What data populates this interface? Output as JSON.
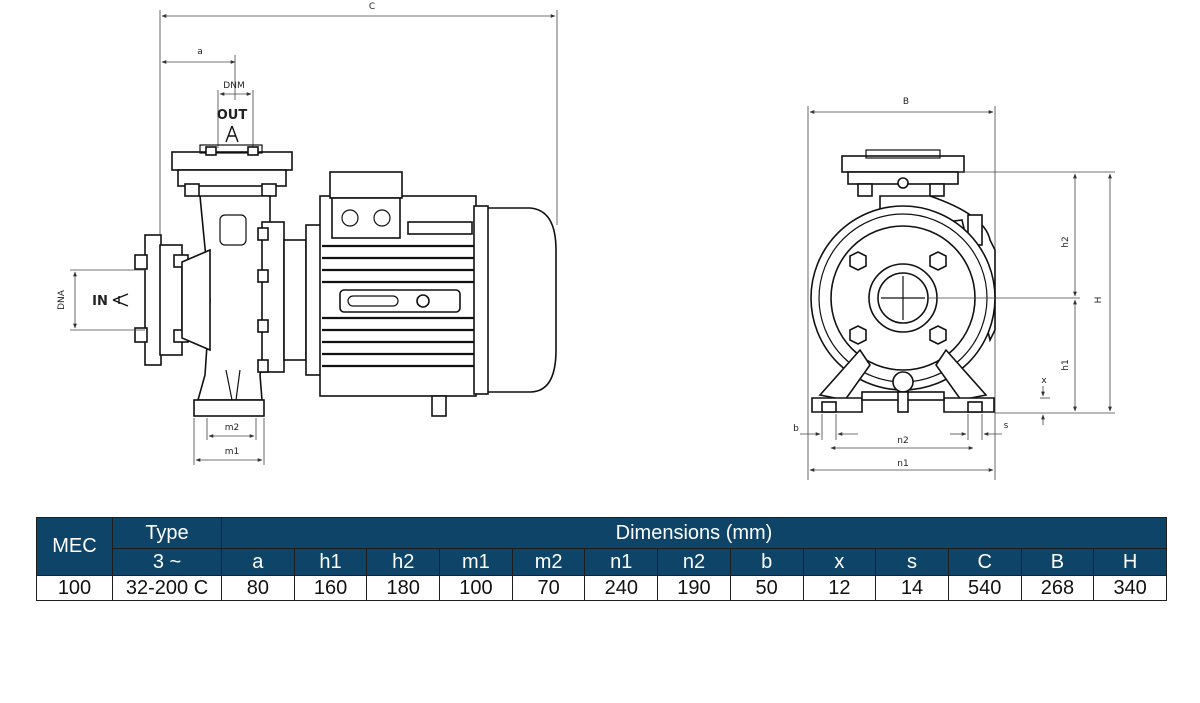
{
  "drawings": {
    "side_view": {
      "labels": {
        "c": "C",
        "a": "a",
        "dnm": "DNM",
        "out": "OUT",
        "in": "IN",
        "dna": "DNA",
        "m2": "m2",
        "m1": "m1"
      }
    },
    "front_view": {
      "labels": {
        "b_top": "B",
        "h2": "h2",
        "h": "H",
        "h1": "h1",
        "x": "x",
        "b": "b",
        "s": "s",
        "n2": "n2",
        "n1": "n1"
      }
    }
  },
  "table": {
    "header_mec": "MEC",
    "header_type": "Type",
    "header_dims": "Dimensions (mm)",
    "sub_type": "3 ~",
    "columns": [
      "a",
      "h1",
      "h2",
      "m1",
      "m2",
      "n1",
      "n2",
      "b",
      "x",
      "s",
      "C",
      "B",
      "H"
    ],
    "rows": [
      [
        "100",
        "32-200 C",
        "80",
        "160",
        "180",
        "100",
        "70",
        "240",
        "190",
        "50",
        "12",
        "14",
        "540",
        "268",
        "340"
      ]
    ]
  },
  "colors": {
    "header_bg": "#0f4469",
    "header_text": "#ffffff"
  }
}
